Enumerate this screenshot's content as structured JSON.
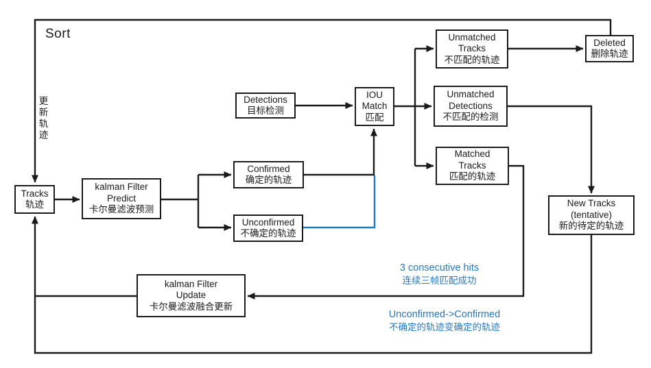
{
  "title": "Sort",
  "left_flow_label": "更新轨迹",
  "colors": {
    "line": "#1a1a1a",
    "box_border": "#1a1a1a",
    "blue_line": "#1e7ac9",
    "blue_text": "#2e75b6",
    "background": "#ffffff"
  },
  "nodes": {
    "tracks": {
      "lines": [
        "Tracks",
        "轨迹"
      ]
    },
    "kalman_predict": {
      "lines": [
        "kalman Filter",
        "Predict",
        "卡尔曼滤波预测"
      ]
    },
    "confirmed": {
      "lines": [
        "Confirmed",
        "确定的轨迹"
      ]
    },
    "unconfirmed": {
      "lines": [
        "Unconfirmed",
        "不确定的轨迹"
      ]
    },
    "detections": {
      "lines": [
        "Detections",
        "目标检测"
      ]
    },
    "iou_match": {
      "lines": [
        "IOU",
        "Match",
        "匹配"
      ]
    },
    "unmatched_tracks": {
      "lines": [
        "Unmatched",
        "Tracks",
        "不匹配的轨迹"
      ]
    },
    "deleted": {
      "lines": [
        "Deleted",
        "删除轨迹"
      ]
    },
    "unmatched_detections": {
      "lines": [
        "Unmatched",
        "Detections",
        "不匹配的检测"
      ]
    },
    "matched_tracks": {
      "lines": [
        "Matched",
        "Tracks",
        "匹配的轨迹"
      ]
    },
    "new_tracks": {
      "lines": [
        "New Tracks",
        "(tentative)",
        "新的待定的轨迹"
      ]
    },
    "kalman_update": {
      "lines": [
        "kalman Filter",
        "Update",
        "卡尔曼滤波融合更新"
      ]
    }
  },
  "notes": {
    "three_hits": {
      "en": "3 consecutive hits",
      "zh": "连续三帧匹配成功"
    },
    "promotion": {
      "en": "Unconfirmed->Confirmed",
      "zh": "不确定的轨迹变确定的轨迹"
    }
  }
}
